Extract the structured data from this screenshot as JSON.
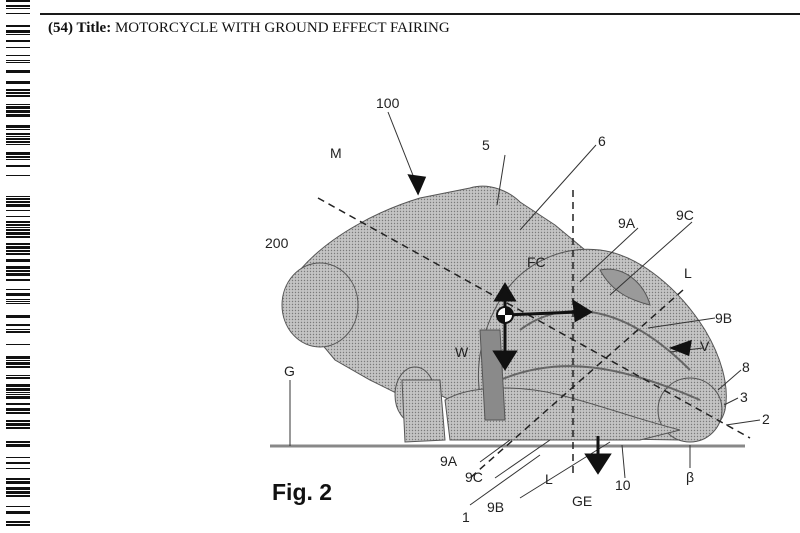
{
  "header": {
    "title_label": "(54) Title:",
    "title_text": "MOTORCYCLE WITH GROUND EFFECT FAIRING"
  },
  "figure": {
    "caption": "Fig. 2",
    "labels": {
      "l100": "100",
      "lM": "M",
      "l5": "5",
      "l6": "6",
      "l200": "200",
      "l9A": "9A",
      "l9C": "9C",
      "lFC": "FC",
      "lL": "L",
      "l9B": "9B",
      "lV": "V",
      "lW": "W",
      "l8": "8",
      "lG": "G",
      "l3": "3",
      "l2": "2",
      "l9A_b": "9A",
      "l9C_b": "9C",
      "lL_b": "L",
      "l10": "10",
      "lbeta": "β",
      "lGE": "GE",
      "l9B_b": "9B",
      "l1": "1"
    }
  },
  "colors": {
    "body_gray": "#b4b4b4",
    "ink": "#1a1a1a",
    "ground": "#8a8a8a"
  }
}
